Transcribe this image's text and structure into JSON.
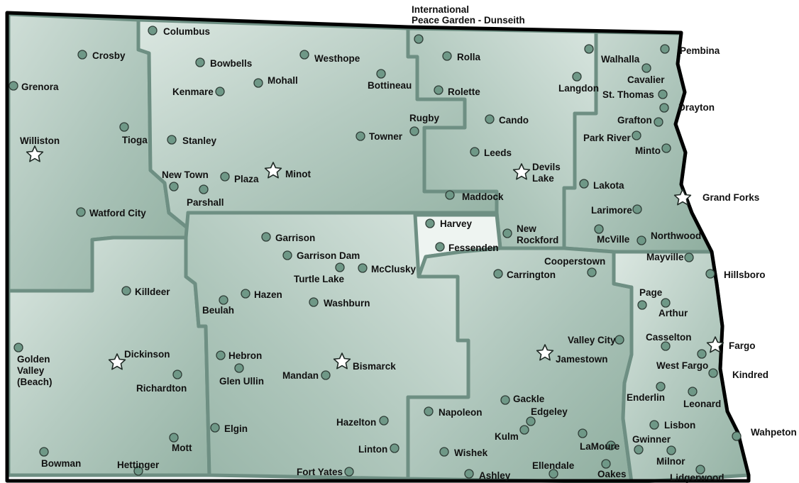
{
  "map_labels": {
    "peace_garden_line1": "International",
    "peace_garden_line2": "Peace Garden - Dunseith"
  },
  "cities": {
    "columbus": "Columbus",
    "crosby": "Crosby",
    "bowbells": "Bowbells",
    "westhope": "Westhope",
    "rolla": "Rolla",
    "walhalla": "Walhalla",
    "pembina": "Pembina",
    "cavalier": "Cavalier",
    "grenora": "Grenora",
    "mohall": "Mohall",
    "bottineau": "Bottineau",
    "kenmare": "Kenmare",
    "rolette": "Rolette",
    "langdon": "Langdon",
    "st_thomas": "St. Thomas",
    "drayton": "Drayton",
    "rugby": "Rugby",
    "cando": "Cando",
    "grafton": "Grafton",
    "williston": "Williston",
    "tioga": "Tioga",
    "stanley": "Stanley",
    "towner": "Towner",
    "park_river": "Park River",
    "minto": "Minto",
    "leeds": "Leeds",
    "devils_lake_1": "Devils",
    "devils_lake_2": "Lake",
    "new_town": "New Town",
    "plaza": "Plaza",
    "minot": "Minot",
    "parshall": "Parshall",
    "maddock": "Maddock",
    "lakota": "Lakota",
    "grand_forks": "Grand Forks",
    "watford_city": "Watford City",
    "larimore": "Larimore",
    "harvey": "Harvey",
    "new_rockford_1": "New",
    "new_rockford_2": "Rockford",
    "garrison": "Garrison",
    "mcville": "McVille",
    "northwood": "Northwood",
    "fessenden": "Fessenden",
    "garrison_dam": "Garrison Dam",
    "mcclusky": "McClusky",
    "cooperstown": "Cooperstown",
    "mayville": "Mayville",
    "turtle_lake": "Turtle Lake",
    "carrington": "Carrington",
    "hillsboro": "Hillsboro",
    "killdeer": "Killdeer",
    "hazen": "Hazen",
    "page": "Page",
    "beulah": "Beulah",
    "washburn": "Washburn",
    "arthur": "Arthur",
    "valley_city": "Valley City",
    "casselton": "Casselton",
    "golden_valley_1": "Golden",
    "golden_valley_2": "Valley",
    "golden_valley_3": "(Beach)",
    "dickinson": "Dickinson",
    "hebron": "Hebron",
    "fargo": "Fargo",
    "bismarck": "Bismarck",
    "jamestown": "Jamestown",
    "west_fargo": "West Fargo",
    "mandan": "Mandan",
    "richardton": "Richardton",
    "glen_ullin": "Glen Ullin",
    "kindred": "Kindred",
    "enderlin": "Enderlin",
    "gackle": "Gackle",
    "leonard": "Leonard",
    "napoleon": "Napoleon",
    "edgeley": "Edgeley",
    "hazelton": "Hazelton",
    "elgin": "Elgin",
    "lisbon": "Lisbon",
    "mott": "Mott",
    "kulm": "Kulm",
    "wahpeton": "Wahpeton",
    "lamoure": "LaMoure",
    "gwinner": "Gwinner",
    "linton": "Linton",
    "bowman": "Bowman",
    "wishek": "Wishek",
    "milnor": "Milnor",
    "ellendale": "Ellendale",
    "hettinger": "Hettinger",
    "oakes": "Oakes",
    "fort_yates": "Fort Yates",
    "ashley": "Ashley",
    "lidgerwood": "Lidgerwood"
  },
  "colors": {
    "region_fill": "#a9c2b7",
    "region_fill_light": "#d3e2db",
    "region_border": "#6e8f83",
    "dot_fill": "#6f9887",
    "state_outline": "#000000"
  },
  "icons": {
    "town_marker": "circle-dot",
    "major_city_marker": "white-star"
  }
}
